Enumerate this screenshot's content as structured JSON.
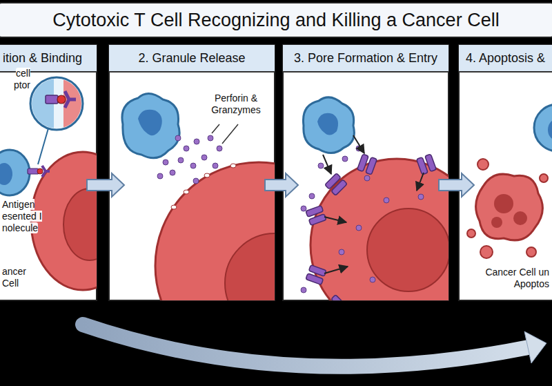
{
  "diagram": {
    "title": "Cytotoxic T Cell Recognizing and Killing a Cancer Cell",
    "nodes": [
      {
        "text": [
          "ition & Binding"
        ]
      },
      {
        "text": [
          "2. Granule Release"
        ]
      },
      {
        "text": [
          "3. Pore Formation & Entry"
        ]
      },
      {
        "text": [
          "4. Apoptosis &"
        ]
      }
    ],
    "edges": [
      {
        "from": 0,
        "to": 1,
        "arrow": "to"
      },
      {
        "from": 1,
        "to": 2,
        "arrow": "to"
      },
      {
        "from": 2,
        "to": 3,
        "arrow": "to"
      }
    ],
    "labels": [
      "cell ptor",
      "Antigen esented I nolecule",
      "ancer Cell",
      "Perforin & Granzymes",
      "Cancer Cell un Apoptos"
    ]
  }
}
